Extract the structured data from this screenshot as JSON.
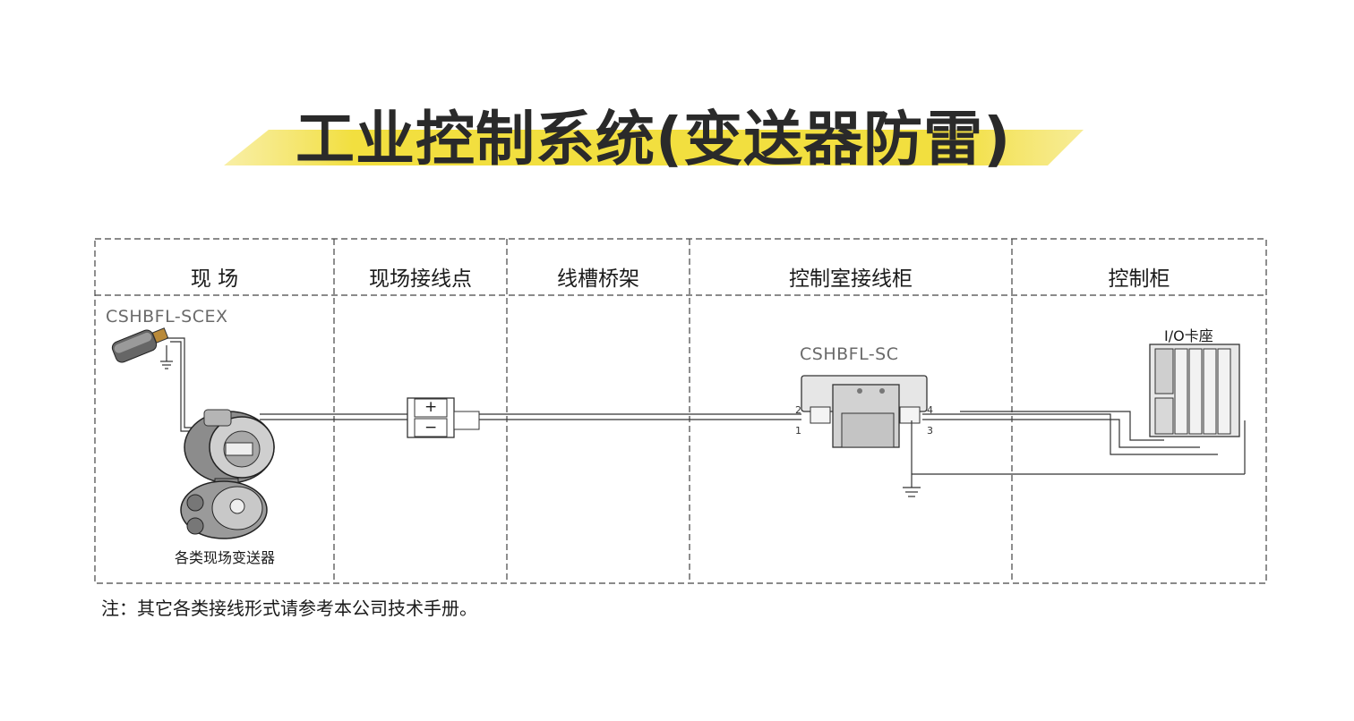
{
  "title": "工业控制系统(变送器防雷)",
  "columns": [
    {
      "label": "现 场"
    },
    {
      "label": "现场接线点"
    },
    {
      "label": "线槽桥架"
    },
    {
      "label": "控制室接线柜"
    },
    {
      "label": "控制柜"
    }
  ],
  "field_protector_model": "CSHBFL-SCEX",
  "cabinet_protector_model": "CSHBFL-SC",
  "io_card_label": "I/O卡座",
  "transmitter_caption": "各类现场变送器",
  "terminal_plus": "+",
  "terminal_minus": "−",
  "pins": {
    "p1": "1",
    "p2": "2",
    "p3": "3",
    "p4": "4"
  },
  "note": "注：其它各类接线形式请参考本公司技术手册。",
  "colors": {
    "accent": "#f2e04a",
    "line": "#333333",
    "dash": "#444444"
  }
}
